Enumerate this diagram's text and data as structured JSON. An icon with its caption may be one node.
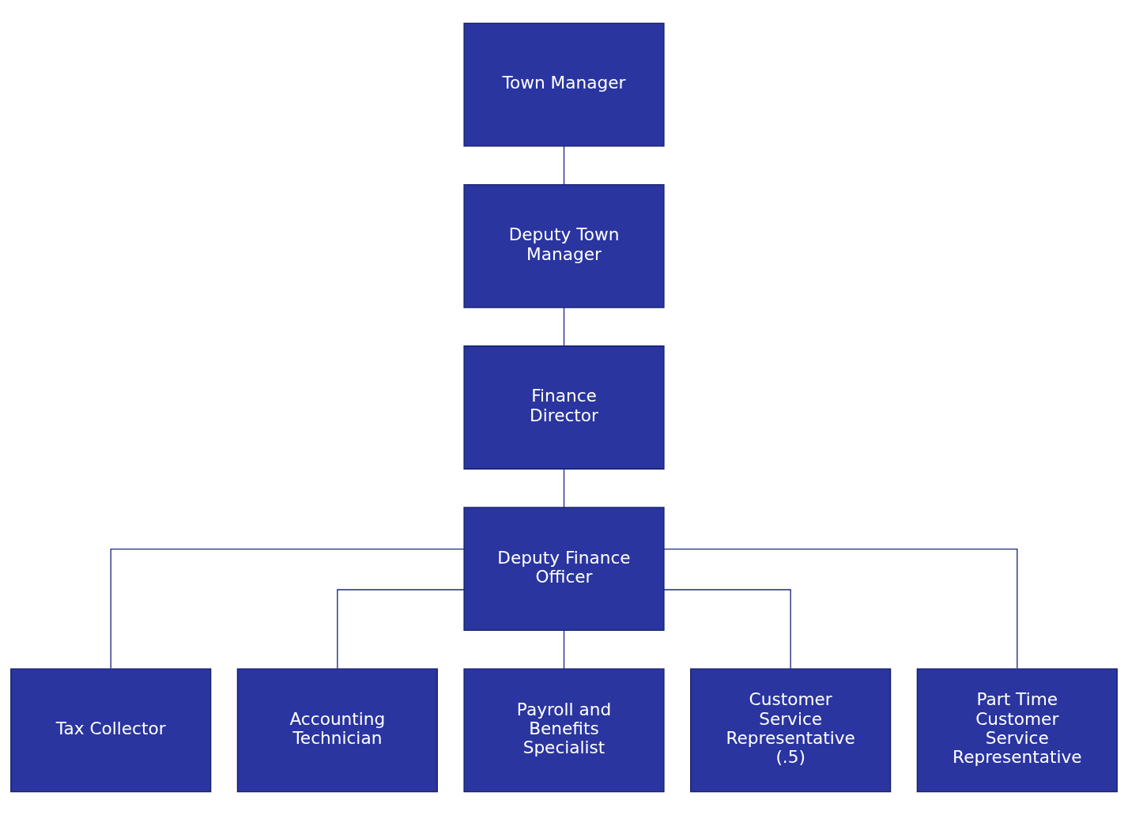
{
  "diagram": {
    "nodes": [
      {
        "text": [
          "Town Manager"
        ]
      },
      {
        "text": [
          "Deputy Town Manager"
        ]
      },
      {
        "text": [
          "Finance Director"
        ]
      },
      {
        "text": [
          "Deputy Finance Officer"
        ]
      },
      {
        "text": [
          "Tax Collector"
        ]
      },
      {
        "text": [
          "Accounting Technician"
        ]
      },
      {
        "text": [
          "Payroll and Benefits Specialist"
        ]
      },
      {
        "text": [
          "Customer Service Representative (.5)"
        ]
      },
      {
        "text": [
          "Part Time Customer Service Representative"
        ]
      }
    ],
    "edges": [
      {
        "from": 0,
        "to": 1,
        "arrow": "none"
      },
      {
        "from": 1,
        "to": 2,
        "arrow": "none"
      },
      {
        "from": 2,
        "to": 3,
        "arrow": "none"
      },
      {
        "from": 3,
        "to": 4,
        "arrow": "none"
      },
      {
        "from": 3,
        "to": 5,
        "arrow": "none"
      },
      {
        "from": 3,
        "to": 6,
        "arrow": "none"
      },
      {
        "from": 3,
        "to": 7,
        "arrow": "none"
      },
      {
        "from": 3,
        "to": 8,
        "arrow": "none"
      }
    ]
  }
}
